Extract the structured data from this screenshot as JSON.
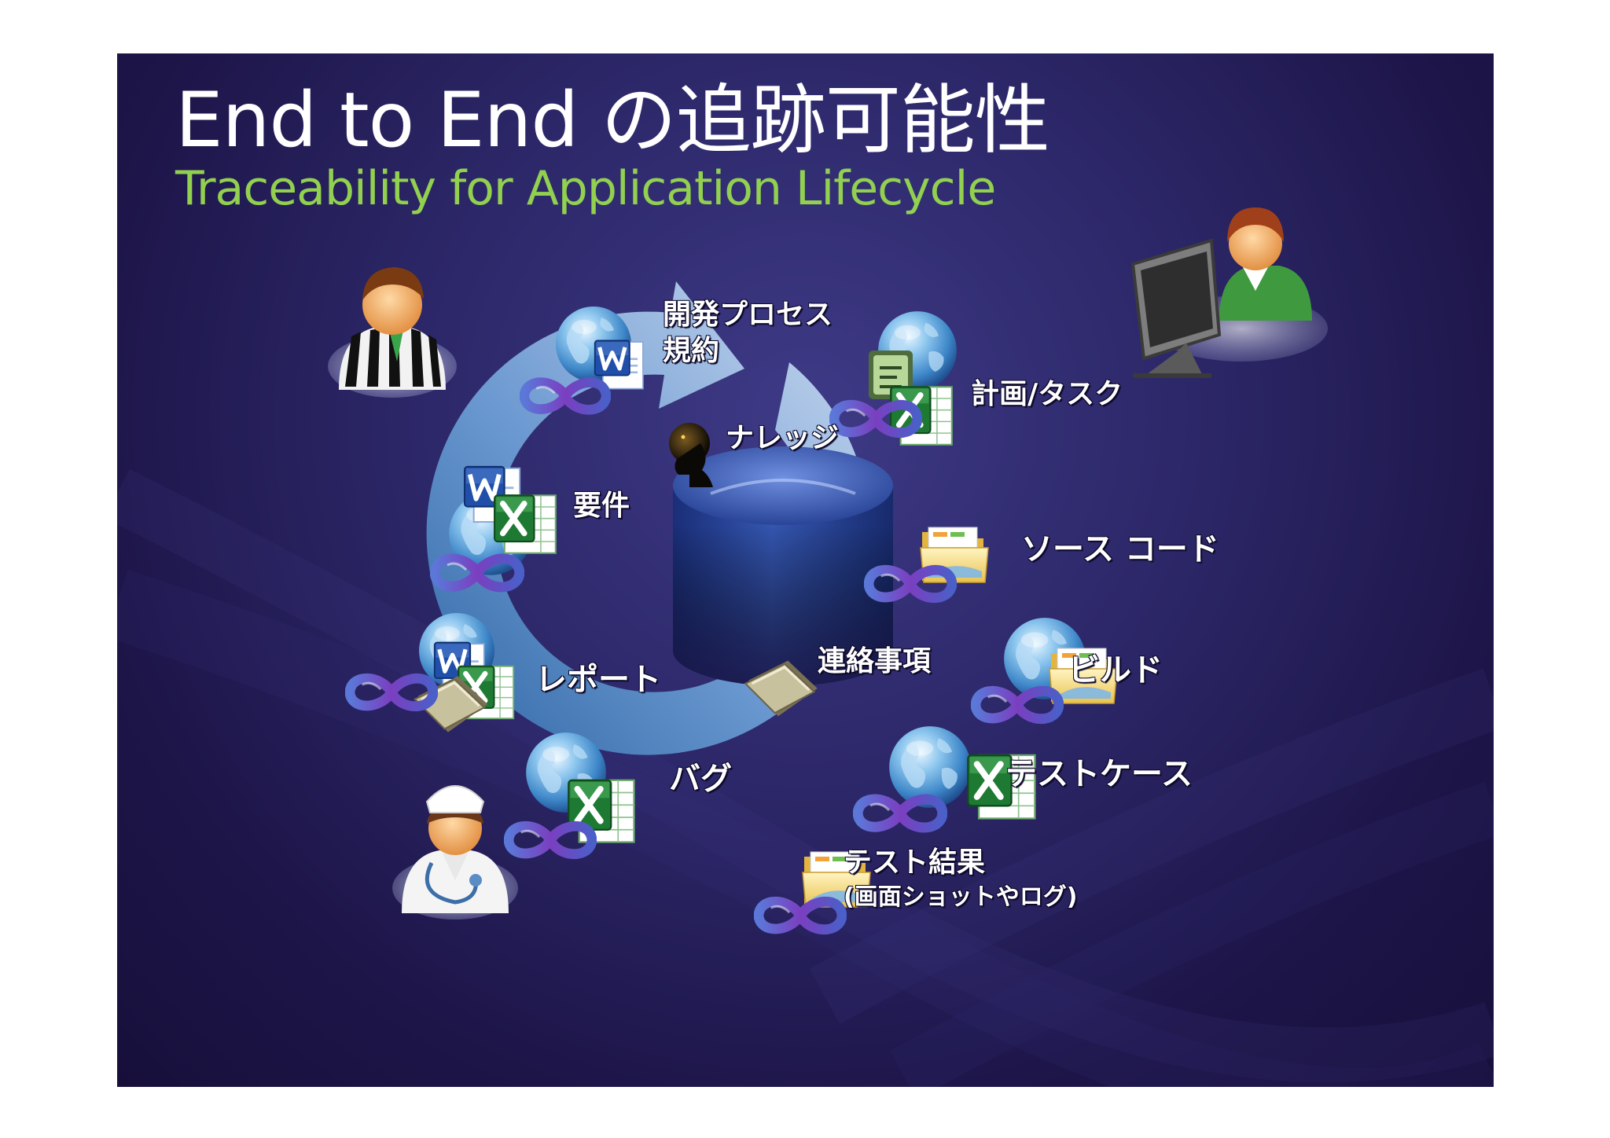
{
  "title": "End to End の追跡可能性",
  "subtitle": "Traceability for Application Lifecycle",
  "labels": {
    "process_line1": "開発プロセス",
    "process_line2": "規約",
    "knowledge": "ナレッジ",
    "plan": "計画/タスク",
    "requirements": "要件",
    "source": "ソース コード",
    "report": "レポート",
    "contact": "連絡事項",
    "build": "ビルド",
    "bug": "バグ",
    "testcase": "テストケース",
    "result_line1": "テスト結果",
    "result_line2": "(画面ショットやログ)"
  },
  "colors": {
    "background": "#2c2768",
    "title": "#ffffff",
    "subtitle": "#92d050",
    "label": "#ffffff",
    "cycle_arrow": "#a9c3e4",
    "database": "#2b4aa0"
  },
  "icons": [
    "person-referee-icon",
    "person-user-computer-icon",
    "person-nurse-icon",
    "globe-icon",
    "word-icon",
    "excel-icon",
    "folder-icon",
    "infinity-icon",
    "knowledge-head-icon",
    "database-icon",
    "notes-folder-icon"
  ]
}
